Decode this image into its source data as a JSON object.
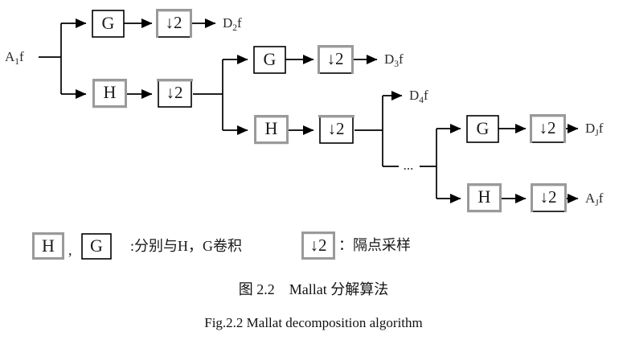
{
  "figure": {
    "title_cn": "图 2.2　Mallat 分解算法",
    "title_en": "Fig.2.2 Mallat decomposition algorithm"
  },
  "input": {
    "label_base": "A",
    "label_sub": "1",
    "label_tail": "f",
    "full": "A1f"
  },
  "blocks": {
    "g_label": "G",
    "h_label": "H",
    "down_label": "↓2"
  },
  "stages": [
    {
      "name": "stage-1",
      "highpass_block": "G",
      "lowpass_block": "H",
      "down_block": "↓2",
      "detail_output": {
        "base": "D",
        "sub": "2",
        "tail": "f",
        "full": "D2f"
      }
    },
    {
      "name": "stage-2",
      "highpass_block": "G",
      "lowpass_block": "H",
      "down_block": "↓2",
      "detail_output": {
        "base": "D",
        "sub": "3",
        "tail": "f",
        "full": "D3f"
      }
    },
    {
      "name": "stage-3",
      "branch_output": {
        "base": "D",
        "sub": "4",
        "tail": "f",
        "full": "D4f"
      },
      "continuation": "..."
    },
    {
      "name": "stage-J",
      "highpass_block": "G",
      "lowpass_block": "H",
      "down_block": "↓2",
      "detail_output": {
        "base": "D",
        "sub": "J",
        "tail": "f",
        "full": "DJf"
      },
      "approx_output": {
        "base": "A",
        "sub": "J",
        "tail": "f",
        "full": "AJf"
      }
    }
  ],
  "legend": {
    "box_h": "H",
    "separator": ",",
    "box_g": "G",
    "conv_text": ":分别与H，G卷积",
    "box_down": "↓2",
    "down_text": "：隔点采样"
  }
}
